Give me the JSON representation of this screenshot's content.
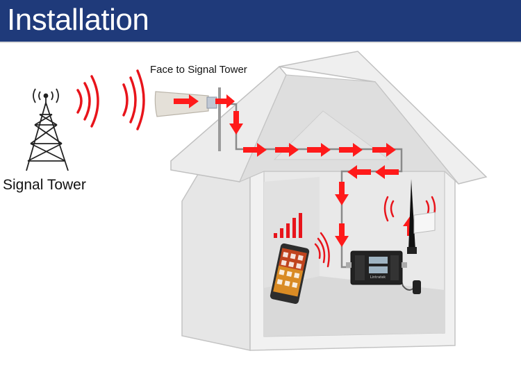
{
  "header": {
    "title": "Installation"
  },
  "labels": {
    "antenna_note": "Face to Signal Tower",
    "tower": "Signal Tower"
  },
  "booster": {
    "brand": "Lintratek"
  },
  "colors": {
    "banner": "#1f3a7a",
    "signal_arrow": "#ff1a1a",
    "signal_wave": "#e8141b",
    "cable": "#8a8a8a",
    "house_light": "#ebebeb",
    "house_mid": "#dadada",
    "house_outline": "#bcbcbc"
  },
  "icons": [
    "tower-icon",
    "outdoor-antenna-icon",
    "indoor-antenna-icon",
    "booster-icon",
    "smartphone-icon",
    "power-adapter-icon",
    "signal-bars-icon"
  ]
}
